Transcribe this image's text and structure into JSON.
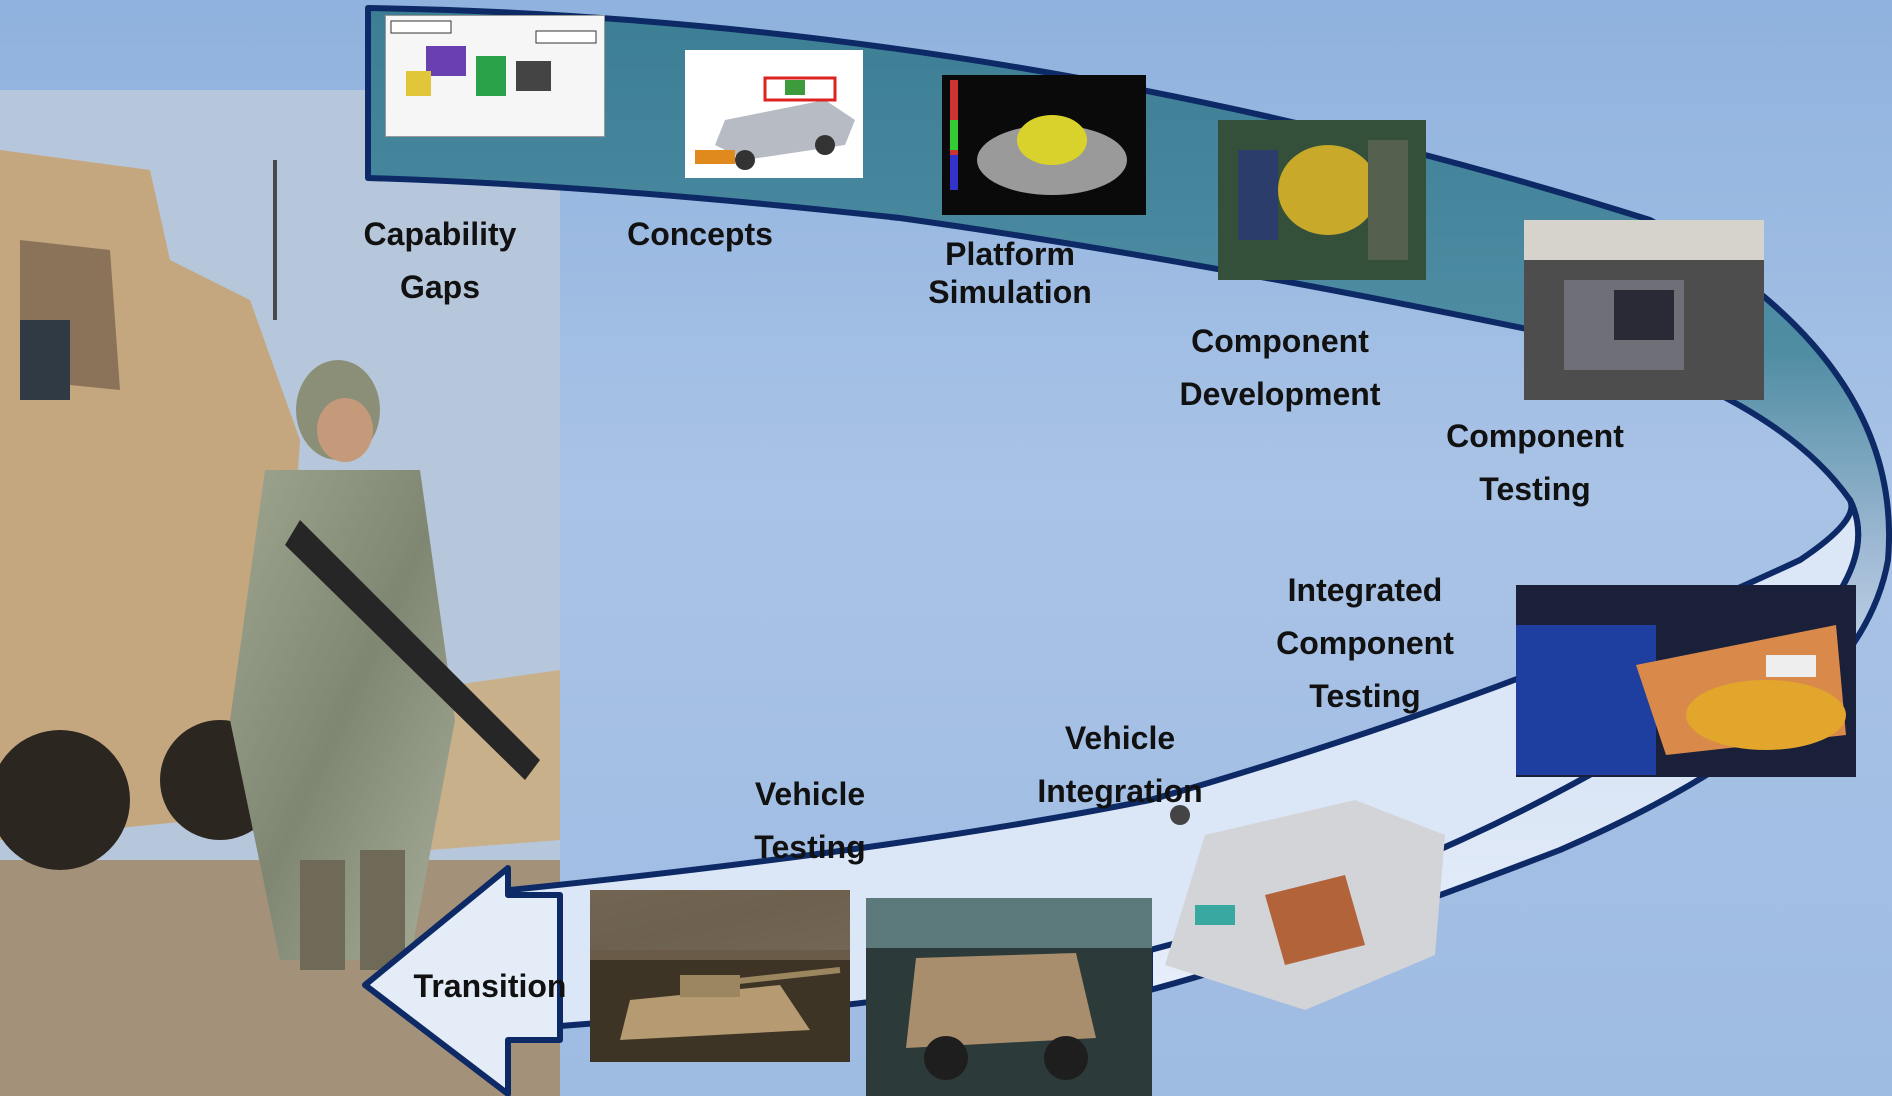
{
  "stages": {
    "capability_gaps": [
      "Capability",
      "Gaps"
    ],
    "concepts": [
      "Concepts"
    ],
    "platform_simulation": [
      "Platform",
      "Simulation"
    ],
    "component_development": [
      "Component",
      "Development"
    ],
    "component_testing": [
      "Component",
      "Testing"
    ],
    "integrated_component_testing": [
      "Integrated",
      "Component",
      "Testing"
    ],
    "vehicle_integration": [
      "Vehicle",
      "Integration"
    ],
    "vehicle_testing": [
      "Vehicle",
      "Testing"
    ],
    "transition": "Transition"
  },
  "colors": {
    "background": "#9ebbe2",
    "loop_fill_dark": "#3e7f95",
    "loop_fill_light": "#d8e4f5",
    "loop_outline": "#0d2a66",
    "label_text": "#111111"
  },
  "photos": [
    "schematic-diagram",
    "vehicle-concept-render",
    "thermal-simulation",
    "engine-component",
    "engine-test-stand",
    "dynamometer-rig",
    "vehicle-cad-model",
    "tank-in-test-facility",
    "mrap-in-test-bay",
    "soldier-with-vehicle"
  ]
}
